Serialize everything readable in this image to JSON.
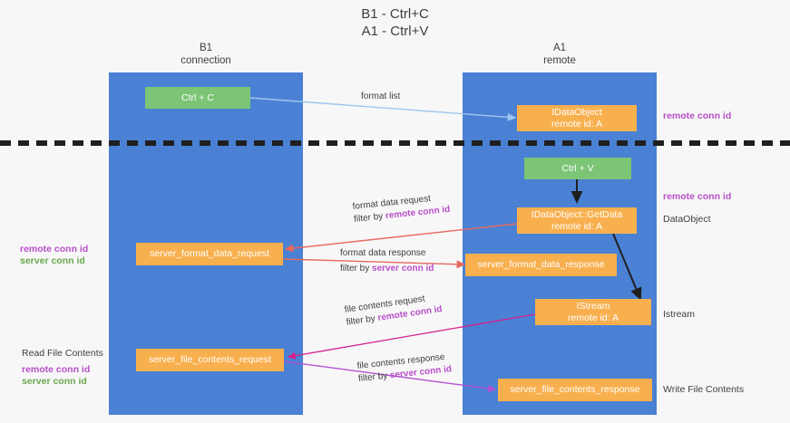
{
  "title": "B1 - Ctrl+C\nA1 - Ctrl+V",
  "columns": [
    {
      "id": "b1",
      "label": "B1\nconnection"
    },
    {
      "id": "a1",
      "label": "A1\nremote"
    }
  ],
  "nodes": [
    {
      "id": "ctrl-c",
      "label": "Ctrl + C",
      "color": "green"
    },
    {
      "id": "idataobject",
      "label": "IDataObject\nremote id: A",
      "color": "orange"
    },
    {
      "id": "ctrl-v",
      "label": "Ctrl + V",
      "color": "green"
    },
    {
      "id": "idataobject-getdata",
      "label": "IDataObject::GetData\nremote id: A",
      "color": "orange"
    },
    {
      "id": "server-format-data-request",
      "label": "server_format_data_request",
      "color": "orange"
    },
    {
      "id": "server-format-data-response",
      "label": "server_format_data_response",
      "color": "orange"
    },
    {
      "id": "istream",
      "label": "IStream\nremote id: A",
      "color": "orange"
    },
    {
      "id": "server-file-contents-request",
      "label": "server_file_contents_request",
      "color": "orange"
    },
    {
      "id": "server-file-contents-response",
      "label": "server_file_contents_response",
      "color": "orange"
    }
  ],
  "edge_labels": [
    {
      "id": "format-list",
      "line1": "format list",
      "filter_prefix": "",
      "filter_token": ""
    },
    {
      "id": "format-data-request",
      "line1": "format data request",
      "filter_prefix": "filter by ",
      "filter_token": "remote conn id"
    },
    {
      "id": "format-data-response",
      "line1": "format data response",
      "filter_prefix": "filter by ",
      "filter_token": "server conn id"
    },
    {
      "id": "file-contents-request",
      "line1": "file contents request",
      "filter_prefix": "filter by ",
      "filter_token": "remote conn id"
    },
    {
      "id": "file-contents-response",
      "line1": "file contents response",
      "filter_prefix": "filter by ",
      "filter_token": "server conn id"
    }
  ],
  "annotations": {
    "right_remote_conn_id_top": "remote conn id",
    "right_remote_conn_id_mid": "remote conn id",
    "right_dataobject": "DataObject",
    "right_istream": "Istream",
    "right_write_file_contents": "Write File Contents",
    "left_remote_conn_id_mid": "remote conn id",
    "left_server_conn_id_mid": "server conn id",
    "left_read_file_contents": "Read File Contents",
    "left_remote_conn_id_bottom": "remote conn id",
    "left_server_conn_id_bottom": "server conn id"
  },
  "colors": {
    "lane": "#4a81d4",
    "node_green": "#7cc576",
    "node_orange": "#f8b04f",
    "accent_purple": "#b84fc9",
    "accent_green": "#6aa84f",
    "arrow_blue": "#9ec5ef",
    "arrow_red": "#e8685f",
    "arrow_black": "#1f1f1f",
    "arrow_magenta": "#d6208e",
    "arrow_violet": "#b34fd1",
    "background": "#f7f7f7"
  }
}
